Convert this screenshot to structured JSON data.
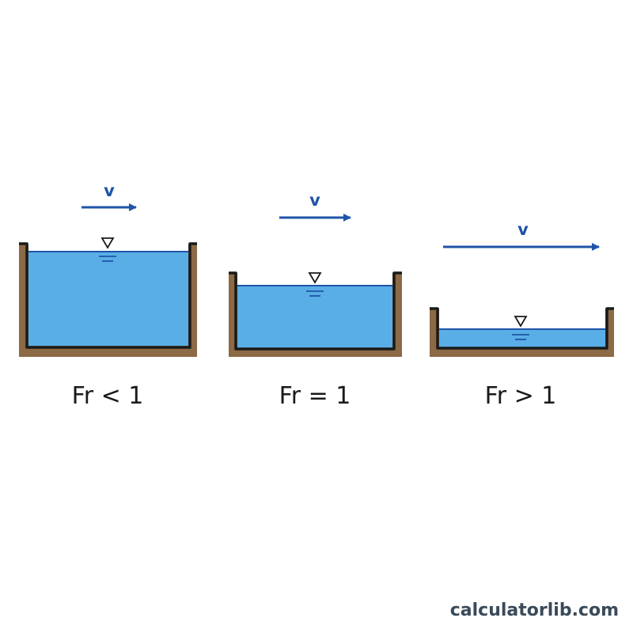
{
  "diagram": {
    "velocity_label": "v",
    "channels": [
      {
        "caption": "Fr < 1"
      },
      {
        "caption": "Fr = 1"
      },
      {
        "caption": "Fr > 1"
      }
    ]
  },
  "colors": {
    "water": "#5aaee6",
    "ground": "#8b6a45",
    "wall": "#1a1a1a",
    "arrow": "#1f54a8"
  },
  "watermark": "calculatorlib.com"
}
